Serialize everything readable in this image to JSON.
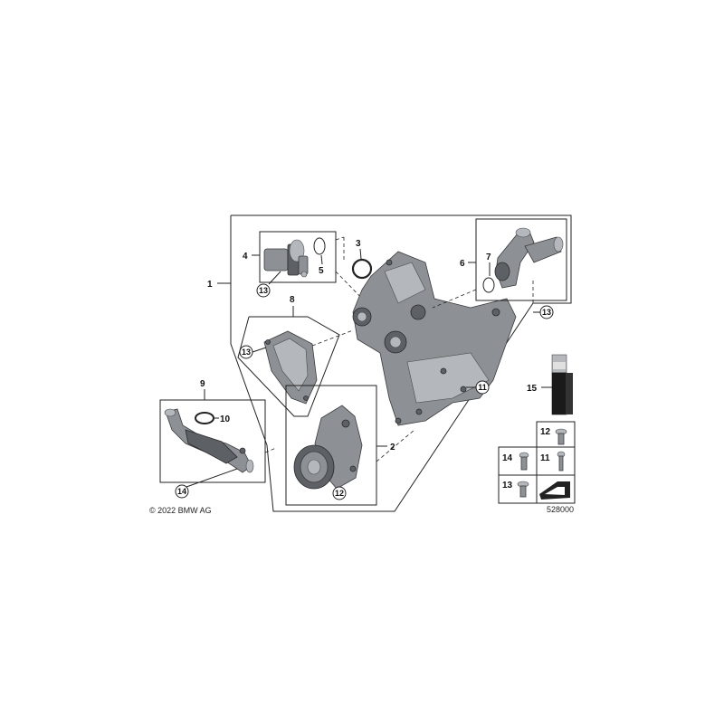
{
  "copyright": "© 2022 BMW AG",
  "diagram_number": "528000",
  "labels": {
    "l1": "1",
    "l2": "2",
    "l3": "3",
    "l4": "4",
    "l5": "5",
    "l6": "6",
    "l7": "7",
    "l8": "8",
    "l9": "9",
    "l10": "10",
    "l11": "11",
    "l12": "12",
    "l13": "13",
    "l14": "14",
    "l15": "15"
  },
  "callouts": {
    "c13a": "13",
    "c13b": "13",
    "c13c": "13",
    "c11": "11",
    "c12": "12",
    "c14": "14"
  },
  "fastener_grid": {
    "k12": "12",
    "k14": "14",
    "k11": "11",
    "k13": "13"
  }
}
